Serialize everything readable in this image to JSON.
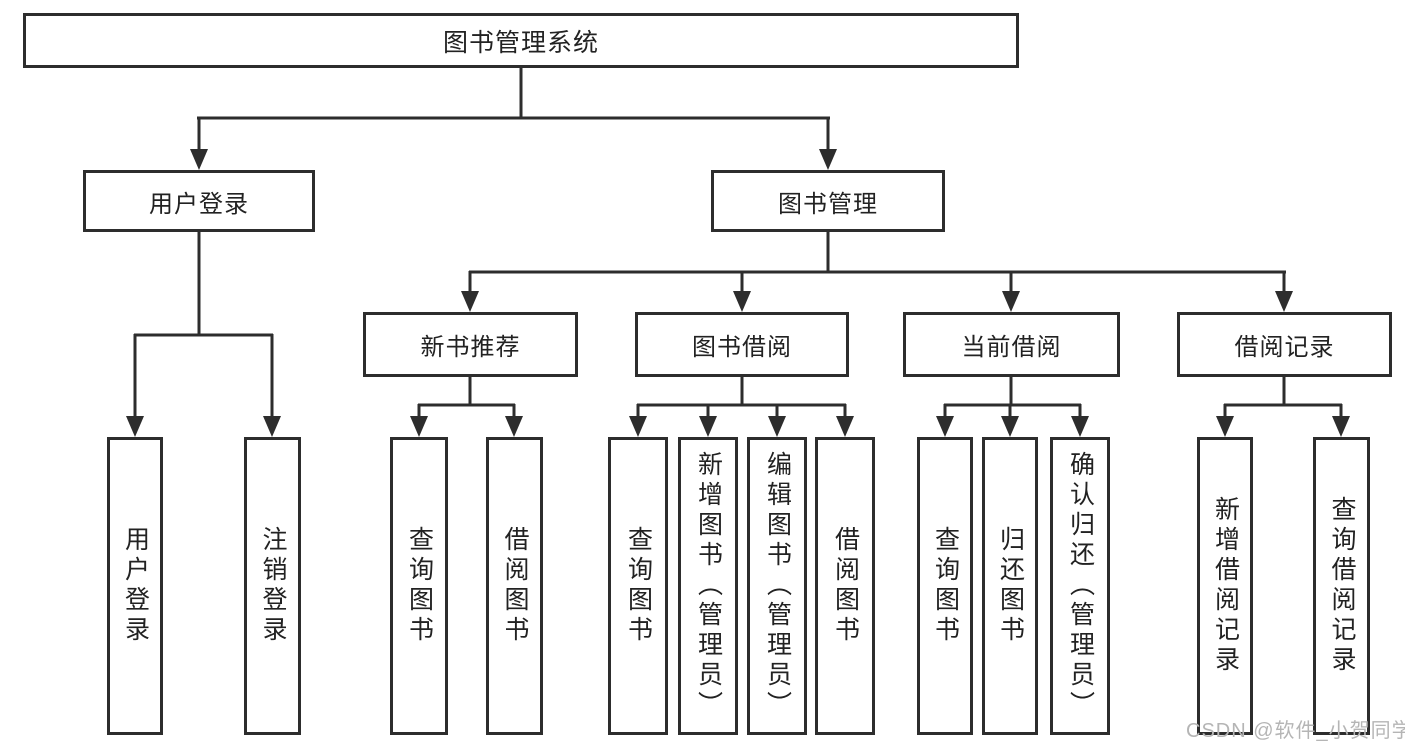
{
  "diagram": {
    "root": {
      "label": "图书管理系统"
    },
    "tree": [
      {
        "label": "用户登录",
        "children": [
          {
            "label": "用户登录"
          },
          {
            "label": "注销登录"
          }
        ]
      },
      {
        "label": "图书管理",
        "children": [
          {
            "label": "新书推荐",
            "children": [
              {
                "label": "查询图书"
              },
              {
                "label": "借阅图书"
              }
            ]
          },
          {
            "label": "图书借阅",
            "children": [
              {
                "label": "查询图书"
              },
              {
                "label": "新增图书（管理员）"
              },
              {
                "label": "编辑图书（管理员）"
              },
              {
                "label": "借阅图书"
              }
            ]
          },
          {
            "label": "当前借阅",
            "children": [
              {
                "label": "查询图书"
              },
              {
                "label": "归还图书"
              },
              {
                "label": "确认归还（管理员）"
              }
            ]
          },
          {
            "label": "借阅记录",
            "children": [
              {
                "label": "新增借阅记录"
              },
              {
                "label": "查询借阅记录"
              }
            ]
          }
        ]
      }
    ]
  },
  "watermark": {
    "text": "CSDN @软件_小贺同学"
  },
  "colors": {
    "line": "#2d2d2d",
    "text": "#222222",
    "background": "#ffffff",
    "watermark": "#b5b5b5"
  }
}
